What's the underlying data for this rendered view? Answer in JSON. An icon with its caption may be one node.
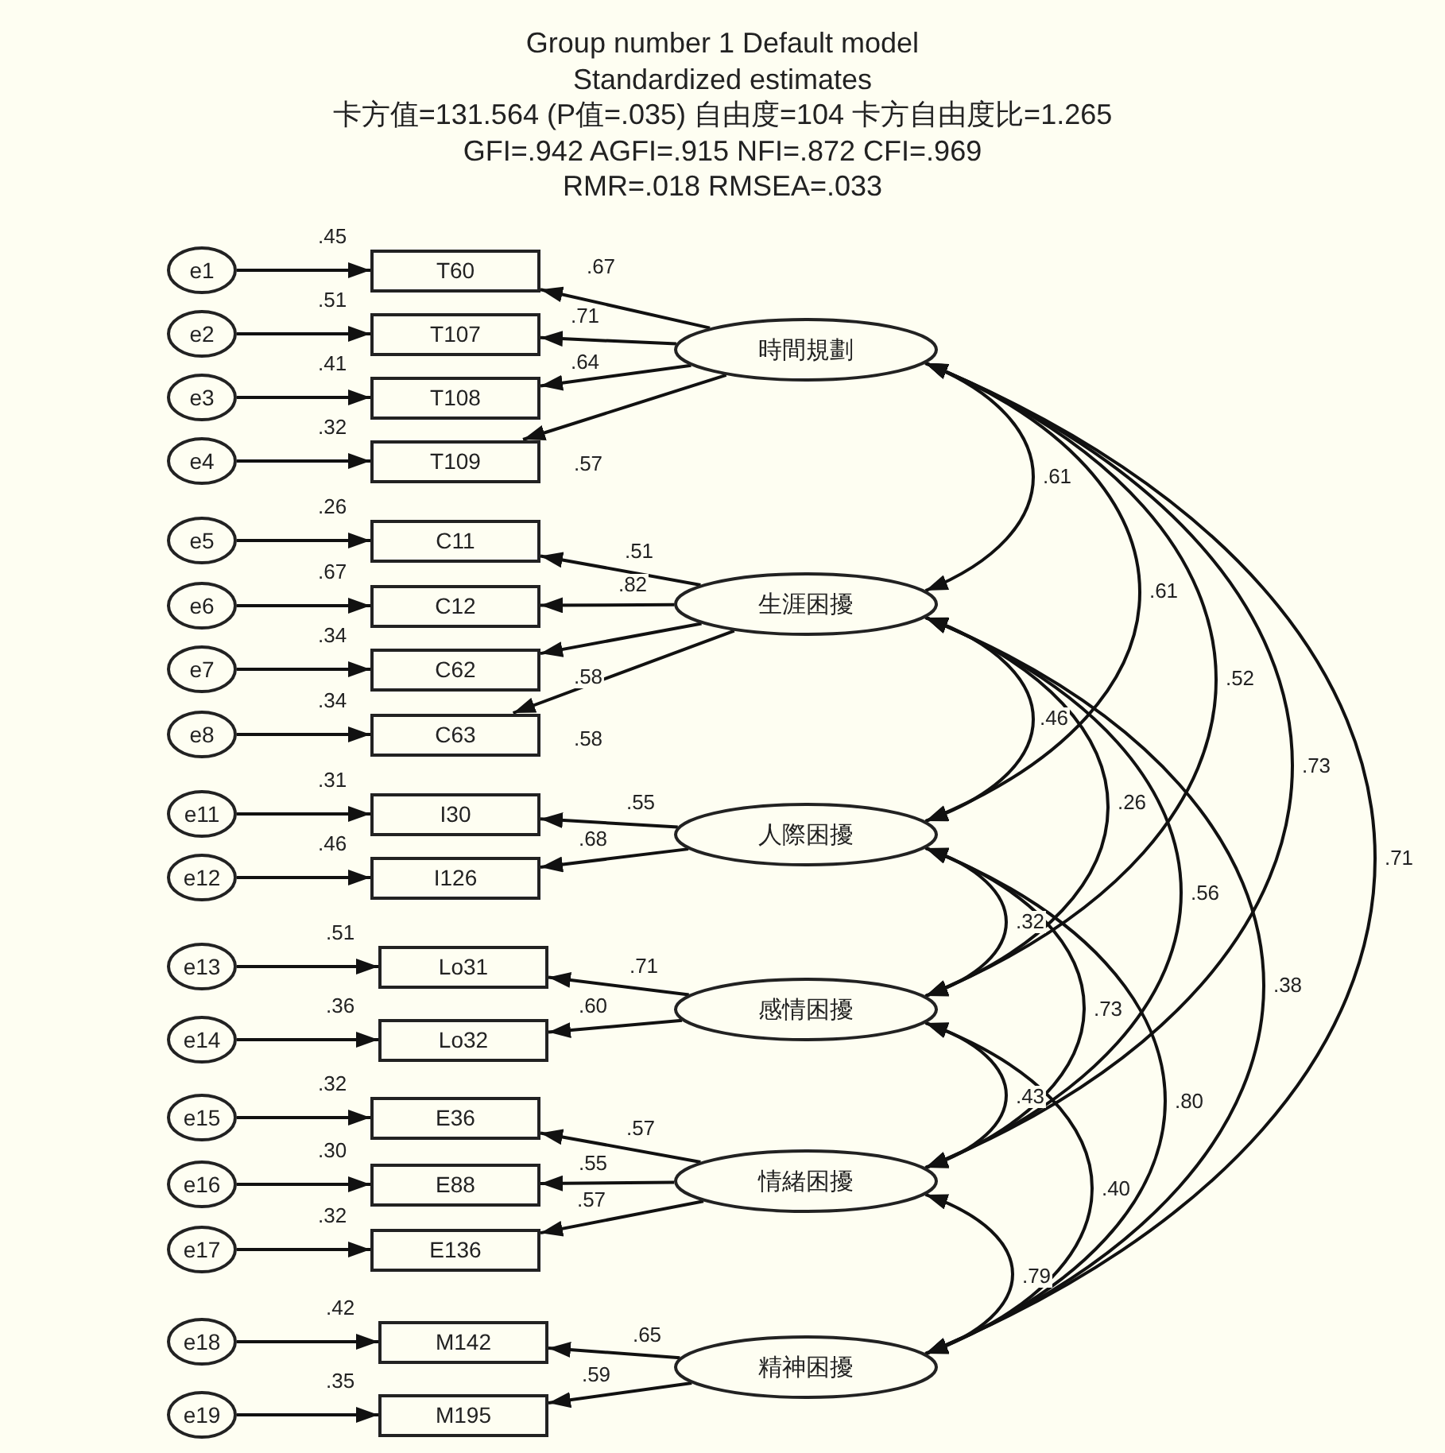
{
  "diagram": {
    "title": "Group number 1 Default model",
    "labels": [
      "Standardized estimates",
      "卡方值=131.564 (P值=.035) 自由度=104 卡方自由度比=1.265",
      "GFI=.942 AGFI=.915 NFI=.872 CFI=.969",
      "RMR=.018 RMSEA=.033"
    ],
    "nodes": [
      {
        "text": [
          "e1"
        ]
      },
      {
        "text": [
          "e2"
        ]
      },
      {
        "text": [
          "e3"
        ]
      },
      {
        "text": [
          "e4"
        ]
      },
      {
        "text": [
          "e5"
        ]
      },
      {
        "text": [
          "e6"
        ]
      },
      {
        "text": [
          "e7"
        ]
      },
      {
        "text": [
          "e8"
        ]
      },
      {
        "text": [
          "e11"
        ]
      },
      {
        "text": [
          "e12"
        ]
      },
      {
        "text": [
          "e13"
        ]
      },
      {
        "text": [
          "e14"
        ]
      },
      {
        "text": [
          "e15"
        ]
      },
      {
        "text": [
          "e16"
        ]
      },
      {
        "text": [
          "e17"
        ]
      },
      {
        "text": [
          "e18"
        ]
      },
      {
        "text": [
          "e19"
        ]
      },
      {
        "text": [
          "T60"
        ],
        "beside": [
          ".45"
        ]
      },
      {
        "text": [
          "T107"
        ],
        "beside": [
          ".51"
        ]
      },
      {
        "text": [
          "T108"
        ],
        "beside": [
          ".41"
        ]
      },
      {
        "text": [
          "T109"
        ],
        "beside": [
          ".32"
        ]
      },
      {
        "text": [
          "C11"
        ],
        "beside": [
          ".26"
        ]
      },
      {
        "text": [
          "C12"
        ],
        "beside": [
          ".67"
        ]
      },
      {
        "text": [
          "C62"
        ],
        "beside": [
          ".34"
        ]
      },
      {
        "text": [
          "C63"
        ],
        "beside": [
          ".34"
        ]
      },
      {
        "text": [
          "I30"
        ],
        "beside": [
          ".31"
        ]
      },
      {
        "text": [
          "I126"
        ],
        "beside": [
          ".46"
        ]
      },
      {
        "text": [
          "Lo31"
        ],
        "beside": [
          ".51"
        ]
      },
      {
        "text": [
          "Lo32"
        ],
        "beside": [
          ".36"
        ]
      },
      {
        "text": [
          "E36"
        ],
        "beside": [
          ".32"
        ]
      },
      {
        "text": [
          "E88"
        ],
        "beside": [
          ".30"
        ]
      },
      {
        "text": [
          "E136"
        ],
        "beside": [
          ".32"
        ]
      },
      {
        "text": [
          "M142"
        ],
        "beside": [
          ".42"
        ]
      },
      {
        "text": [
          "M195"
        ],
        "beside": [
          ".35"
        ]
      },
      {
        "text": [
          "時間規劃"
        ]
      },
      {
        "text": [
          "生涯困擾"
        ]
      },
      {
        "text": [
          "人際困擾"
        ]
      },
      {
        "text": [
          "感情困擾"
        ]
      },
      {
        "text": [
          "情緒困擾"
        ]
      },
      {
        "text": [
          "精神困擾"
        ]
      }
    ],
    "edges": [
      {
        "from": 0,
        "to": 17,
        "arrow": "to"
      },
      {
        "from": 1,
        "to": 18,
        "arrow": "to"
      },
      {
        "from": 2,
        "to": 19,
        "arrow": "to"
      },
      {
        "from": 3,
        "to": 20,
        "arrow": "to"
      },
      {
        "from": 4,
        "to": 21,
        "arrow": "to"
      },
      {
        "from": 5,
        "to": 22,
        "arrow": "to"
      },
      {
        "from": 6,
        "to": 23,
        "arrow": "to"
      },
      {
        "from": 7,
        "to": 24,
        "arrow": "to"
      },
      {
        "from": 8,
        "to": 25,
        "arrow": "to"
      },
      {
        "from": 9,
        "to": 26,
        "arrow": "to"
      },
      {
        "from": 10,
        "to": 27,
        "arrow": "to"
      },
      {
        "from": 11,
        "to": 28,
        "arrow": "to"
      },
      {
        "from": 12,
        "to": 29,
        "arrow": "to"
      },
      {
        "from": 13,
        "to": 30,
        "arrow": "to"
      },
      {
        "from": 14,
        "to": 31,
        "arrow": "to"
      },
      {
        "from": 15,
        "to": 32,
        "arrow": "to"
      },
      {
        "from": 16,
        "to": 33,
        "arrow": "to"
      },
      {
        "from": 34,
        "to": 17,
        "arrow": "to",
        "label": ".67"
      },
      {
        "from": 34,
        "to": 18,
        "arrow": "to",
        "label": ".71"
      },
      {
        "from": 34,
        "to": 19,
        "arrow": "to",
        "label": ".64"
      },
      {
        "from": 34,
        "to": 20,
        "arrow": "to",
        "label": ".57"
      },
      {
        "from": 35,
        "to": 21,
        "arrow": "to",
        "label": ".51"
      },
      {
        "from": 35,
        "to": 22,
        "arrow": "to",
        "label": ".82"
      },
      {
        "from": 35,
        "to": 23,
        "arrow": "to",
        "label": ".58"
      },
      {
        "from": 35,
        "to": 24,
        "arrow": "to",
        "label": ".58"
      },
      {
        "from": 36,
        "to": 25,
        "arrow": "to",
        "label": ".55"
      },
      {
        "from": 36,
        "to": 26,
        "arrow": "to",
        "label": ".68"
      },
      {
        "from": 37,
        "to": 27,
        "arrow": "to",
        "label": ".71"
      },
      {
        "from": 37,
        "to": 28,
        "arrow": "to",
        "label": ".60"
      },
      {
        "from": 38,
        "to": 29,
        "arrow": "to",
        "label": ".57"
      },
      {
        "from": 38,
        "to": 30,
        "arrow": "to",
        "label": ".55"
      },
      {
        "from": 38,
        "to": 31,
        "arrow": "to",
        "label": ".57"
      },
      {
        "from": 39,
        "to": 32,
        "arrow": "to",
        "label": ".65"
      },
      {
        "from": 39,
        "to": 33,
        "arrow": "to",
        "label": ".59"
      },
      {
        "from": 34,
        "to": 35,
        "arrow": "both",
        "label": ".61"
      },
      {
        "from": 34,
        "to": 36,
        "arrow": "both",
        "label": ".61"
      },
      {
        "from": 34,
        "to": 37,
        "arrow": "both",
        "label": ".52"
      },
      {
        "from": 34,
        "to": 38,
        "arrow": "both",
        "label": ".73"
      },
      {
        "from": 34,
        "to": 39,
        "arrow": "both",
        "label": ".71"
      },
      {
        "from": 35,
        "to": 36,
        "arrow": "both",
        "label": ".46"
      },
      {
        "from": 35,
        "to": 37,
        "arrow": "both",
        "label": ".26"
      },
      {
        "from": 35,
        "to": 38,
        "arrow": "both",
        "label": ".56"
      },
      {
        "from": 35,
        "to": 39,
        "arrow": "both",
        "label": ".38"
      },
      {
        "from": 36,
        "to": 37,
        "arrow": "both",
        "label": ".32"
      },
      {
        "from": 36,
        "to": 38,
        "arrow": "both",
        "label": ".73"
      },
      {
        "from": 36,
        "to": 39,
        "arrow": "both",
        "label": ".80"
      },
      {
        "from": 37,
        "to": 38,
        "arrow": "both",
        "label": ".43"
      },
      {
        "from": 37,
        "to": 39,
        "arrow": "both",
        "label": ".40"
      },
      {
        "from": 38,
        "to": 39,
        "arrow": "both",
        "label": ".79"
      }
    ]
  }
}
